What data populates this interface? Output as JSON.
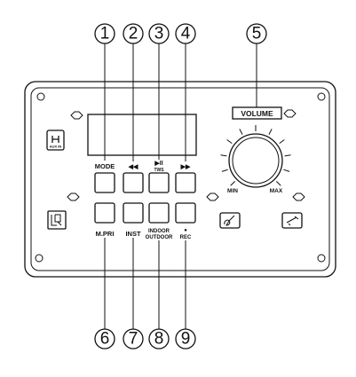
{
  "callouts": [
    "1",
    "2",
    "3",
    "4",
    "5",
    "6",
    "7",
    "8",
    "9"
  ],
  "labels": {
    "volume": "VOLUME",
    "mode": "MODE",
    "prev": "◀◀",
    "play": "▶II",
    "tws": "TWS",
    "next": "▶▶",
    "min": "MIN",
    "max": "MAX",
    "mpri": "M.PRI",
    "inst": "INST",
    "indoor": "INDOOR",
    "outdoor": "OUTDOOR",
    "rec_dot": "●",
    "rec": "REC",
    "aux": "AUX IN"
  },
  "icons": {
    "aux_jack": "aux-jack-icon",
    "logo": "lr-logo-icon",
    "guitar": "guitar-input-icon",
    "mic": "mic-input-icon"
  }
}
